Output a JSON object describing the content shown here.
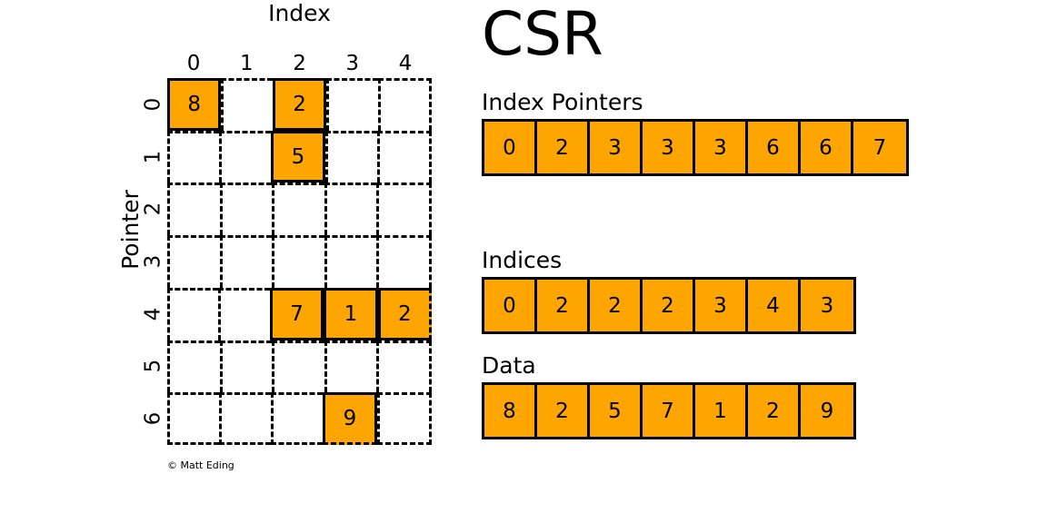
{
  "title": "CSR",
  "credit": "© Matt Eding",
  "colors": {
    "fill": "#FFA500",
    "stroke": "#000000",
    "background": "#FFFFFF"
  },
  "matrix": {
    "x_axis_label": "Index",
    "y_axis_label": "Pointer",
    "col_headers": [
      "0",
      "1",
      "2",
      "3",
      "4"
    ],
    "row_headers": [
      "0",
      "1",
      "2",
      "3",
      "4",
      "5",
      "6"
    ],
    "n_rows": 7,
    "n_cols": 5,
    "cells": [
      [
        "8",
        "",
        "2",
        "",
        ""
      ],
      [
        "",
        "",
        "5",
        "",
        ""
      ],
      [
        "",
        "",
        "",
        "",
        ""
      ],
      [
        "",
        "",
        "",
        "",
        ""
      ],
      [
        "",
        "",
        "7",
        "1",
        "2"
      ],
      [
        "",
        "",
        "",
        "",
        ""
      ],
      [
        "",
        "",
        "",
        "9",
        ""
      ]
    ]
  },
  "arrays": {
    "index_pointers": {
      "label": "Index Pointers",
      "values": [
        "0",
        "2",
        "3",
        "3",
        "3",
        "6",
        "6",
        "7"
      ]
    },
    "indices": {
      "label": "Indices",
      "values": [
        "0",
        "2",
        "2",
        "2",
        "3",
        "4",
        "3"
      ]
    },
    "data": {
      "label": "Data",
      "values": [
        "8",
        "2",
        "5",
        "7",
        "1",
        "2",
        "9"
      ]
    }
  },
  "chart_data": {
    "type": "heatmap",
    "title": "CSR",
    "xlabel": "Index",
    "ylabel": "Pointer",
    "x": [
      "0",
      "1",
      "2",
      "3",
      "4"
    ],
    "y": [
      "0",
      "1",
      "2",
      "3",
      "4",
      "5",
      "6"
    ],
    "grid": true,
    "nonzero_entries": [
      {
        "row": 0,
        "col": 0,
        "value": 8
      },
      {
        "row": 0,
        "col": 2,
        "value": 2
      },
      {
        "row": 1,
        "col": 2,
        "value": 5
      },
      {
        "row": 4,
        "col": 2,
        "value": 7
      },
      {
        "row": 4,
        "col": 3,
        "value": 1
      },
      {
        "row": 4,
        "col": 4,
        "value": 2
      },
      {
        "row": 6,
        "col": 3,
        "value": 9
      }
    ],
    "csr": {
      "indptr": [
        0,
        2,
        3,
        3,
        3,
        6,
        6,
        7
      ],
      "indices": [
        0,
        2,
        2,
        2,
        3,
        4,
        3
      ],
      "data": [
        8,
        2,
        5,
        7,
        1,
        2,
        9
      ]
    }
  }
}
